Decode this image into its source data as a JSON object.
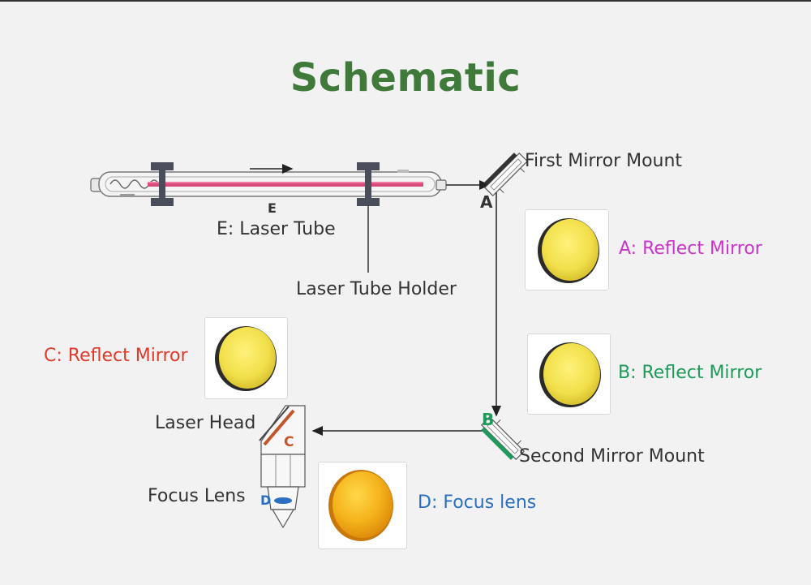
{
  "title": "Schematic",
  "labels": {
    "first_mirror_mount": "First Mirror Mount",
    "laser_tube": "E: Laser Tube",
    "laser_tube_holder": "Laser Tube Holder",
    "second_mirror_mount": "Second Mirror Mount",
    "laser_head": "Laser Head",
    "focus_lens": "Focus Lens"
  },
  "components": {
    "a": {
      "label": "A: Reflect Mirror",
      "color": "#cc33cc"
    },
    "b": {
      "label": "B: Reflect Mirror",
      "color": "#1e9a5a"
    },
    "c": {
      "label": "C: Reflect Mirror",
      "color": "#e03a2a"
    },
    "d": {
      "label": "D: Focus lens",
      "color": "#2a6fc0"
    }
  },
  "markers": {
    "a": "A",
    "b": "B",
    "c": "C",
    "d": "D",
    "e": "E"
  }
}
